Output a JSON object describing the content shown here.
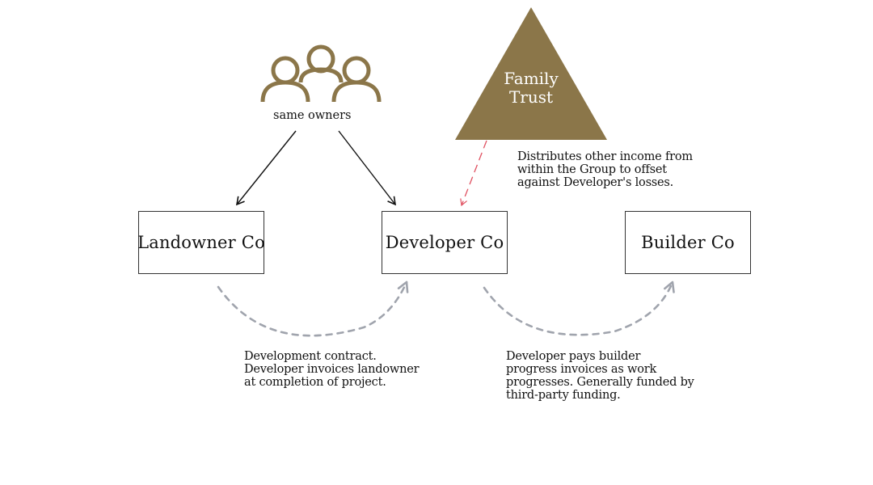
{
  "colors": {
    "gold": "#8b7649",
    "dashed_red": "#e05060",
    "dashed_grey": "#a0a4ad",
    "line": "#111111"
  },
  "icons": {
    "owners": "people-group-icon"
  },
  "owners_label": "same owners",
  "trust": {
    "line1": "Family",
    "line2": "Trust"
  },
  "boxes": {
    "landowner": "Landowner Co",
    "developer": "Developer Co",
    "builder": "Builder Co"
  },
  "notes": {
    "trust": [
      "Distributes other income from",
      "within the Group to offset",
      "against Developer's losses."
    ],
    "development": [
      "Development contract.",
      "Developer invoices landowner",
      "at completion of project."
    ],
    "builder": [
      "Developer pays builder",
      "progress invoices as work",
      "progresses. Generally funded by",
      "third-party funding."
    ]
  }
}
